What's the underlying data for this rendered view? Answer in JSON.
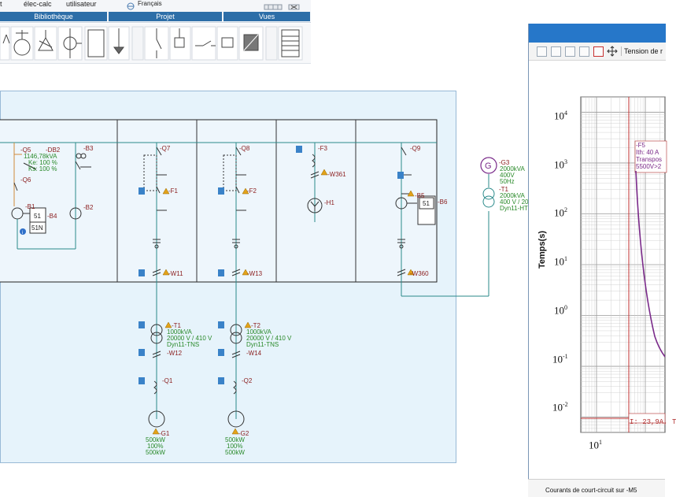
{
  "ribbon": {
    "top_labels": {
      "elec_calc": "élec-calc",
      "utilisateur": "utilisateur",
      "francais": "Français"
    },
    "groups": {
      "bibliotheque": "Bibliothèque",
      "projet": "Projet",
      "vues": "Vues"
    }
  },
  "diagram": {
    "col1": {
      "q5": "-Q5",
      "db2": "-DB2",
      "db2_power": "1146,78kVA",
      "ke": "Ke: 100 %",
      "ks": "Ks: 100 %",
      "q6": "-Q6",
      "b1": "-B1",
      "b4": "-B4",
      "relay_51": "51",
      "relay_51n": "51N",
      "b3": "-B3",
      "b2": "-B2"
    },
    "col2": {
      "q7": "-Q7",
      "f1": "-F1",
      "w11": "-W11",
      "t1": "-T1",
      "t1_power": "1000kVA",
      "t1_voltage": "20000 V / 410 V",
      "t1_coupling": "Dyn11-TNS",
      "w12": "-W12",
      "q1": "-Q1",
      "g1": "-G1",
      "g1_p1": "500kW",
      "g1_pct": "100%",
      "g1_p2": "500kW"
    },
    "col3": {
      "q8": "-Q8",
      "f2": "-F2",
      "w13": "-W13",
      "t2": "-T2",
      "t2_power": "1000kVA",
      "t2_voltage": "20000 V / 410 V",
      "t2_coupling": "Dyn11-TNS",
      "w14": "-W14",
      "q2": "-Q2",
      "g2": "-G2",
      "g2_p1": "500kW",
      "g2_pct": "100%",
      "g2_p2": "500kW"
    },
    "col4": {
      "f3": "-F3",
      "w361": "-W361",
      "h1": "-H1"
    },
    "col5": {
      "q9": "-Q9",
      "b5": "-B5",
      "b6": "-B6",
      "relay": "51",
      "w360": "-W360"
    },
    "gen_g3": {
      "g3": "-G3",
      "power": "2000kVA",
      "voltage": "400V",
      "freq": "50Hz",
      "t1": "-T1",
      "t1_power": "2000kVA",
      "t1_voltage": "400 V / 20(",
      "t1_coupling": "Dyn11-HT"
    }
  },
  "chart_panel": {
    "toolbar_label": "Tension de r",
    "footer": "Courants de court-circuit sur -M5",
    "chart_data": {
      "type": "line",
      "title": "",
      "ylabel": "Temps(s)",
      "xlabel": "",
      "y_scale": "log",
      "x_scale": "log",
      "ylim": [
        0.005,
        20000
      ],
      "y_ticks": [
        "10^4",
        "10^3",
        "10^2",
        "10^1",
        "10^0",
        "10^-1",
        "10^-2"
      ],
      "x_ticks": [
        "10^1"
      ],
      "grid": true,
      "annotation_fuse": {
        "name": "-F5",
        "rating": "Ith: 40 A",
        "line3": "Transpos",
        "line4": "5500V>2"
      },
      "annotation_current": "I: 23,9A, T",
      "colors": {
        "curve": "#7a2a8a",
        "fuse_box": "#b03030",
        "grid": "#c8c8c8"
      }
    }
  }
}
